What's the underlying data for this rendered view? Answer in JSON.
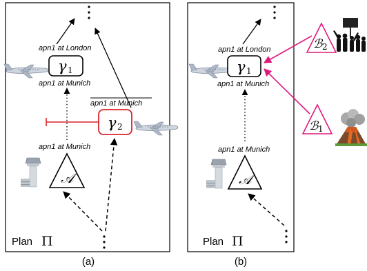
{
  "panel_a": {
    "caption": "(a)",
    "plan_label": "Plan",
    "plan_symbol": "Π",
    "gamma1_symbol": "γ",
    "gamma1_sub": "1",
    "gamma2_symbol": "γ",
    "gamma2_sub": "2",
    "agent_symbol": "𝒜",
    "label_top": "apn1 at London",
    "label_mid": "apn1 at Munich",
    "label_neg": "apn1 at Munich",
    "label_low": "apn1 at Munich"
  },
  "panel_b": {
    "caption": "(b)",
    "plan_label": "Plan",
    "plan_symbol": "Π",
    "gamma1_symbol": "γ",
    "gamma1_sub": "1",
    "agent_symbol": "𝒜",
    "label_top": "apn1 at London",
    "label_mid": "apn1 at Munich",
    "label_low": "apn1 at Munich",
    "b2_symbol": "ℬ",
    "b2_sub": "2",
    "b1_symbol": "ℬ",
    "b1_sub": "1"
  },
  "colors": {
    "red_box": "#d9232a",
    "pink": "#e0197d",
    "volcano": "#d2561e"
  }
}
